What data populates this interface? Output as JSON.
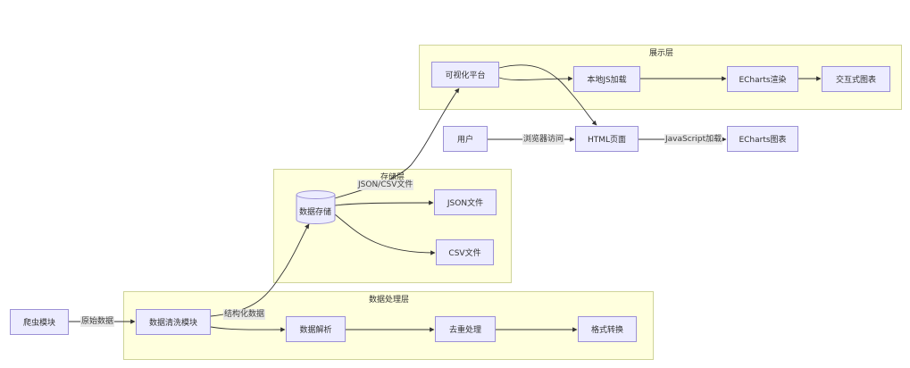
{
  "layers": {
    "display": "展示层",
    "storage": "存储层",
    "processing": "数据处理层"
  },
  "nodes": {
    "visual_platform": "可视化平台",
    "local_js": "本地JS加载",
    "echarts_render": "ECharts渲染",
    "interactive_chart": "交互式图表",
    "user": "用户",
    "html_page": "HTML页面",
    "echarts_chart": "ECharts图表",
    "data_storage": "数据存储",
    "json_file": "JSON文件",
    "csv_file": "CSV文件",
    "crawler": "爬虫模块",
    "cleaning": "数据清洗模块",
    "parsing": "数据解析",
    "dedup": "去重处理",
    "format_convert": "格式转换"
  },
  "edge_labels": {
    "raw_data": "原始数据",
    "structured_data": "结构化数据",
    "json_csv": "JSON/CSV文件",
    "browser_access": "浏览器访问",
    "js_load": "JavaScript加载"
  },
  "colors": {
    "layer_fill": "#ffffde",
    "layer_border": "#cfd49a",
    "node_fill": "#ececff",
    "node_border": "#9d92d6",
    "edge": "#333333"
  }
}
